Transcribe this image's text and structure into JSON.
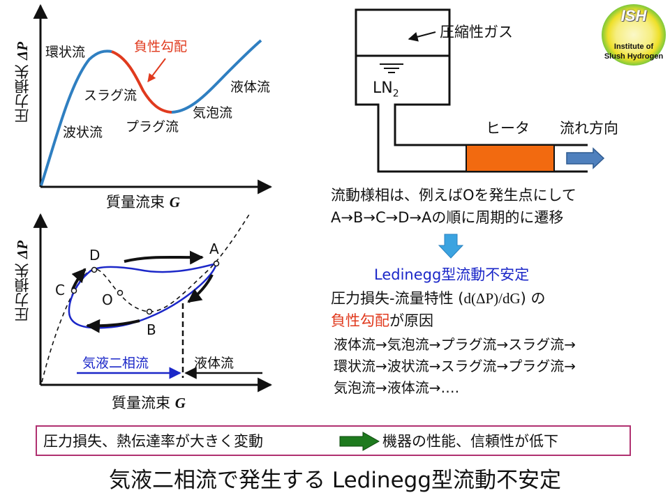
{
  "logo": {
    "brand": "ISH",
    "line1": "Institute of",
    "line2": "Slush Hydrogen",
    "colors": {
      "core": "#f7f2a0",
      "ring": "#f0e030",
      "outer": "#7cc83a"
    }
  },
  "chart1": {
    "ylabel_text": "圧力損失 ",
    "ylabel_symbol": "ΔP",
    "xlabel_text": "質量流束 ",
    "xlabel_symbol": "G",
    "labels": {
      "annular": "環状流",
      "negative_slope": "負性勾配",
      "slug": "スラグ流",
      "liquid": "液体流",
      "bubbly": "気泡流",
      "wavy": "波状流",
      "plug": "プラグ流"
    }
  },
  "chart2": {
    "ylabel_text": "圧力損失 ",
    "ylabel_symbol": "ΔP",
    "xlabel_text": "質量流束 ",
    "xlabel_symbol": "G",
    "points": {
      "A": "A",
      "B": "B",
      "C": "C",
      "D": "D",
      "O": "O"
    },
    "two_phase": "気液二相流",
    "liquid": "液体流"
  },
  "apparatus": {
    "gas": "圧縮性ガス",
    "ln2_main": "LN",
    "ln2_sub": "2",
    "heater": "ヒータ",
    "flow_direction": "流れ方向"
  },
  "text": {
    "line1": "流動様相は、例えばOを発生点にして",
    "line2": "A→B→C→D→Aの順に周期的に遷移",
    "ledinegg": "Ledinegg型流動不安定",
    "char_prefix": "圧力損失-流量特性 (",
    "char_formula": "d(ΔP)/dG",
    "char_suffix": ") の",
    "neg_slope": "負性勾配",
    "cause_suffix": "が原因",
    "seq1": "液体流→気泡流→プラグ流→スラグ流→",
    "seq2": "環状流→波状流→スラグ流→プラグ流→",
    "seq3": "気泡流→液体流→‥‥"
  },
  "bottom": {
    "left": "圧力損失、熱伝達率が大きく変動",
    "right": "機器の性能、信頼性が低下"
  },
  "title": "気液二相流で発生する Ledinegg型流動不安定",
  "colors": {
    "curve_blue": "#2f7fc1",
    "negative_red": "#e03a1e",
    "loop_blue": "#1b27c8",
    "heater_orange": "#f26a10",
    "arrow_blue": "#4f80bd",
    "down_arrow": "#3ba3e0",
    "green_arrow": "#1e7a1e",
    "box_border": "#b03070"
  }
}
